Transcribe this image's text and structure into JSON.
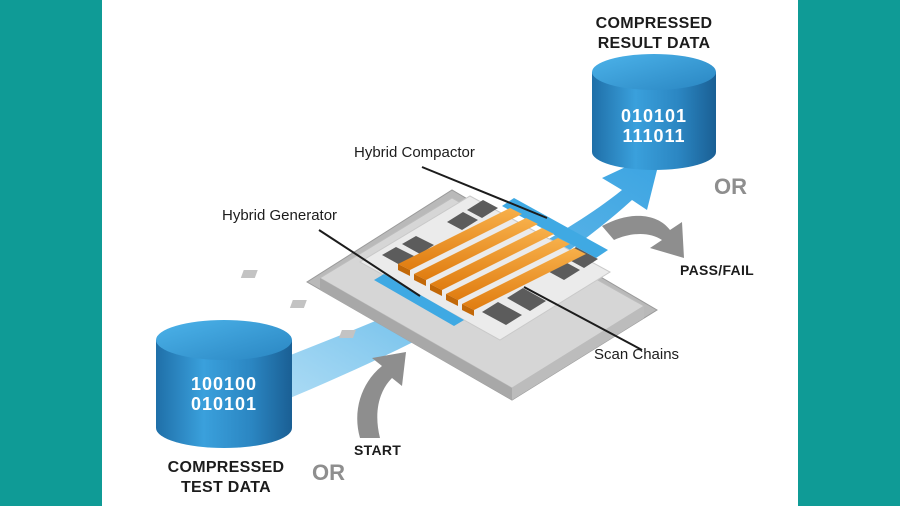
{
  "labels": {
    "hybrid_compactor": "Hybrid Compactor",
    "hybrid_generator": "Hybrid Generator",
    "scan_chains": "Scan Chains",
    "pass_fail": "PASS/FAIL",
    "start": "START"
  },
  "result_db": {
    "title_line1": "COMPRESSED",
    "title_line2": "RESULT DATA",
    "bits_line1": "010101",
    "bits_line2": "111011",
    "or": "OR"
  },
  "test_db": {
    "title_line1": "COMPRESSED",
    "title_line2": "TEST DATA",
    "bits_line1": "100100",
    "bits_line2": "010101",
    "or": "OR"
  },
  "colors": {
    "background": "#0f9b96",
    "panel": "#ffffff",
    "database": "#2a8ec9",
    "flow_arrow": "#5fb8e8",
    "scan_chain": "#f0921c",
    "chip": "#d6d6d6",
    "gray_arrow": "#8e8e8e"
  }
}
